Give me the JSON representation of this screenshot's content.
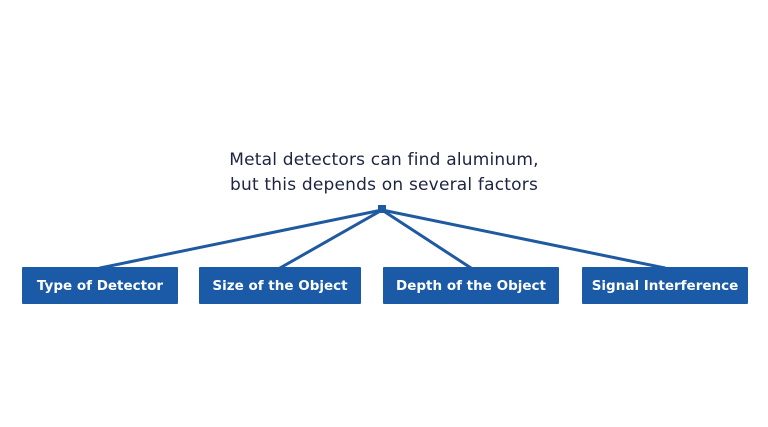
{
  "root": {
    "line1": "Metal detectors can find aluminum,",
    "line2": "but this depends on several factors"
  },
  "factors": [
    {
      "label": "Type of Detector"
    },
    {
      "label": "Size of the Object"
    },
    {
      "label": "Depth of the Object"
    },
    {
      "label": "Signal Interference"
    }
  ],
  "colors": {
    "box_fill": "#1a5aa6",
    "connector": "#1f5aa0",
    "title_text": "#1d2440",
    "box_text": "#ffffff"
  }
}
